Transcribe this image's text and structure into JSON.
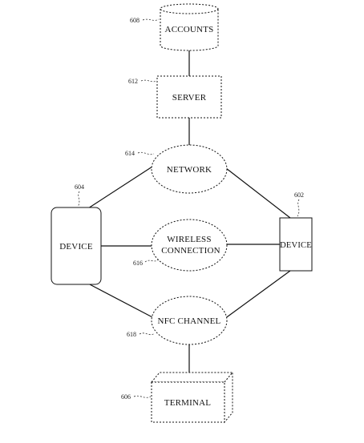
{
  "nodes": {
    "accounts": {
      "label": "ACCOUNTS",
      "ref": "608"
    },
    "server": {
      "label": "SERVER",
      "ref": "612"
    },
    "network": {
      "label": "NETWORK",
      "ref": "614"
    },
    "device_left": {
      "label": "DEVICE",
      "ref": "604"
    },
    "device_right": {
      "label": "DEVICE",
      "ref": "602"
    },
    "wireless": {
      "label_line1": "WIRELESS",
      "label_line2": "CONNECTION",
      "ref": "616"
    },
    "nfc": {
      "label": "NFC CHANNEL",
      "ref": "618"
    },
    "terminal": {
      "label": "TERMINAL",
      "ref": "606"
    }
  }
}
